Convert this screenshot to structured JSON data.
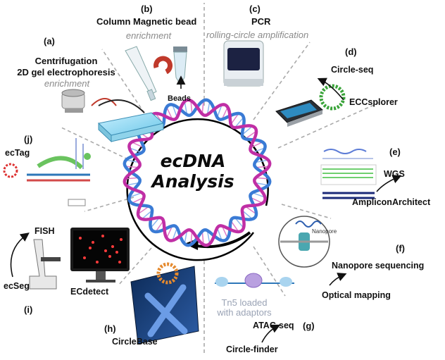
{
  "center": {
    "line1": "ecDNA",
    "line2": "Analysis"
  },
  "panels": {
    "a": {
      "letter": "(a)",
      "line1": "Centrifugation",
      "line2": "2D gel electrophoresis",
      "sub": "enrichment"
    },
    "b": {
      "letter": "(b)",
      "line1": "Column  Magnetic bead",
      "sub": "enrichment",
      "beads": "Beads"
    },
    "c": {
      "letter": "(c)",
      "line1": "PCR",
      "sub": "rolling-circle amplification"
    },
    "d": {
      "letter": "(d)",
      "tool1": "Circle-seq",
      "tool2": "ECCsplorer"
    },
    "e": {
      "letter": "(e)",
      "tool1": "WGS",
      "tool2": "AmpliconArchitect"
    },
    "f": {
      "letter": "(f)",
      "tool1": "Nanopore sequencing",
      "tool2": "Optical mapping",
      "pore": "Nanopore"
    },
    "g": {
      "letter": "(g)",
      "tool1": "ATAC-seq",
      "tool2": "Circle-finder",
      "tn5_1": "Tn5 loaded",
      "tn5_2": "with adaptors"
    },
    "h": {
      "letter": "(h)",
      "tool1": "CircleBase"
    },
    "i": {
      "letter": "(i)",
      "tool1": "FISH",
      "tool2": "ecSeg",
      "tool3": "ECdetect"
    },
    "j": {
      "letter": "(j)",
      "tool1": "ecTag"
    }
  },
  "colors": {
    "helix_blue": "#3a7bd5",
    "helix_magenta": "#c02fa5",
    "dash": "#aaaaaa",
    "ring": "#000000"
  }
}
